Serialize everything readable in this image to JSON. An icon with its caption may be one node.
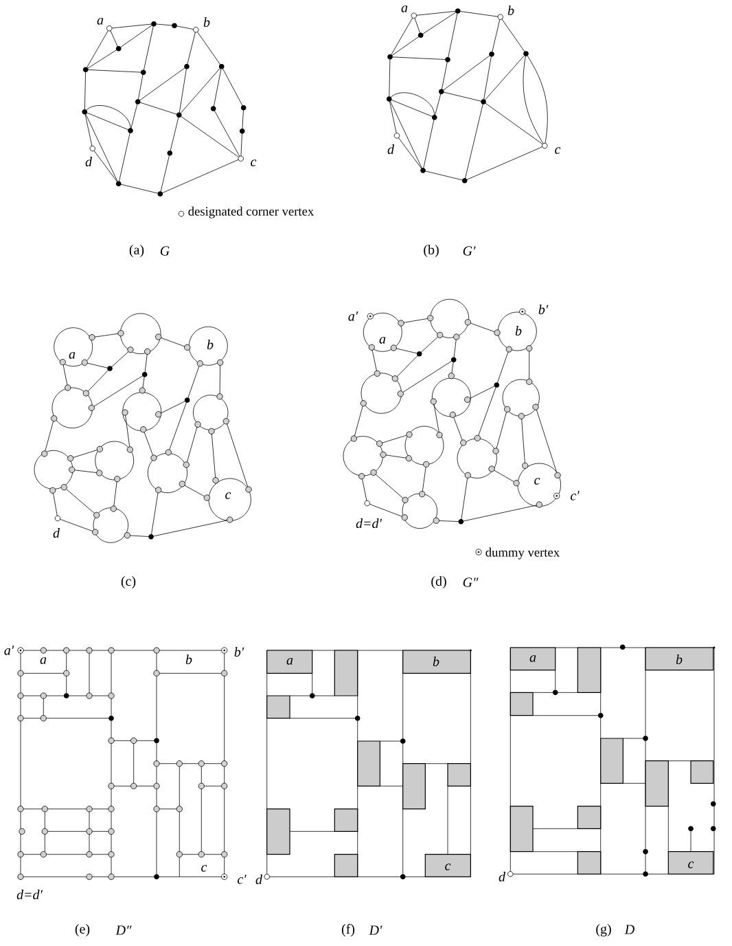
{
  "diagram": {
    "labels": [
      "a",
      "b",
      "d",
      "c",
      "a",
      "b",
      "d",
      "c",
      "(a)",
      "G",
      "(b)",
      "G′",
      "a",
      "b",
      "c",
      "d",
      "(c)",
      "a′",
      "b′",
      "a",
      "b",
      "c",
      "c′",
      "d=d′",
      "(d)",
      "G″",
      "a′",
      "b′",
      "a",
      "b",
      "c",
      "c′",
      "d=d′",
      "(e)",
      "D″",
      "a",
      "b",
      "c",
      "d",
      "(f)",
      "D′",
      "a",
      "b",
      "c",
      "d",
      "(g)",
      "D"
    ],
    "legend": [
      {
        "text": "designated corner vertex"
      },
      {
        "text": "dummy vertex"
      }
    ]
  }
}
